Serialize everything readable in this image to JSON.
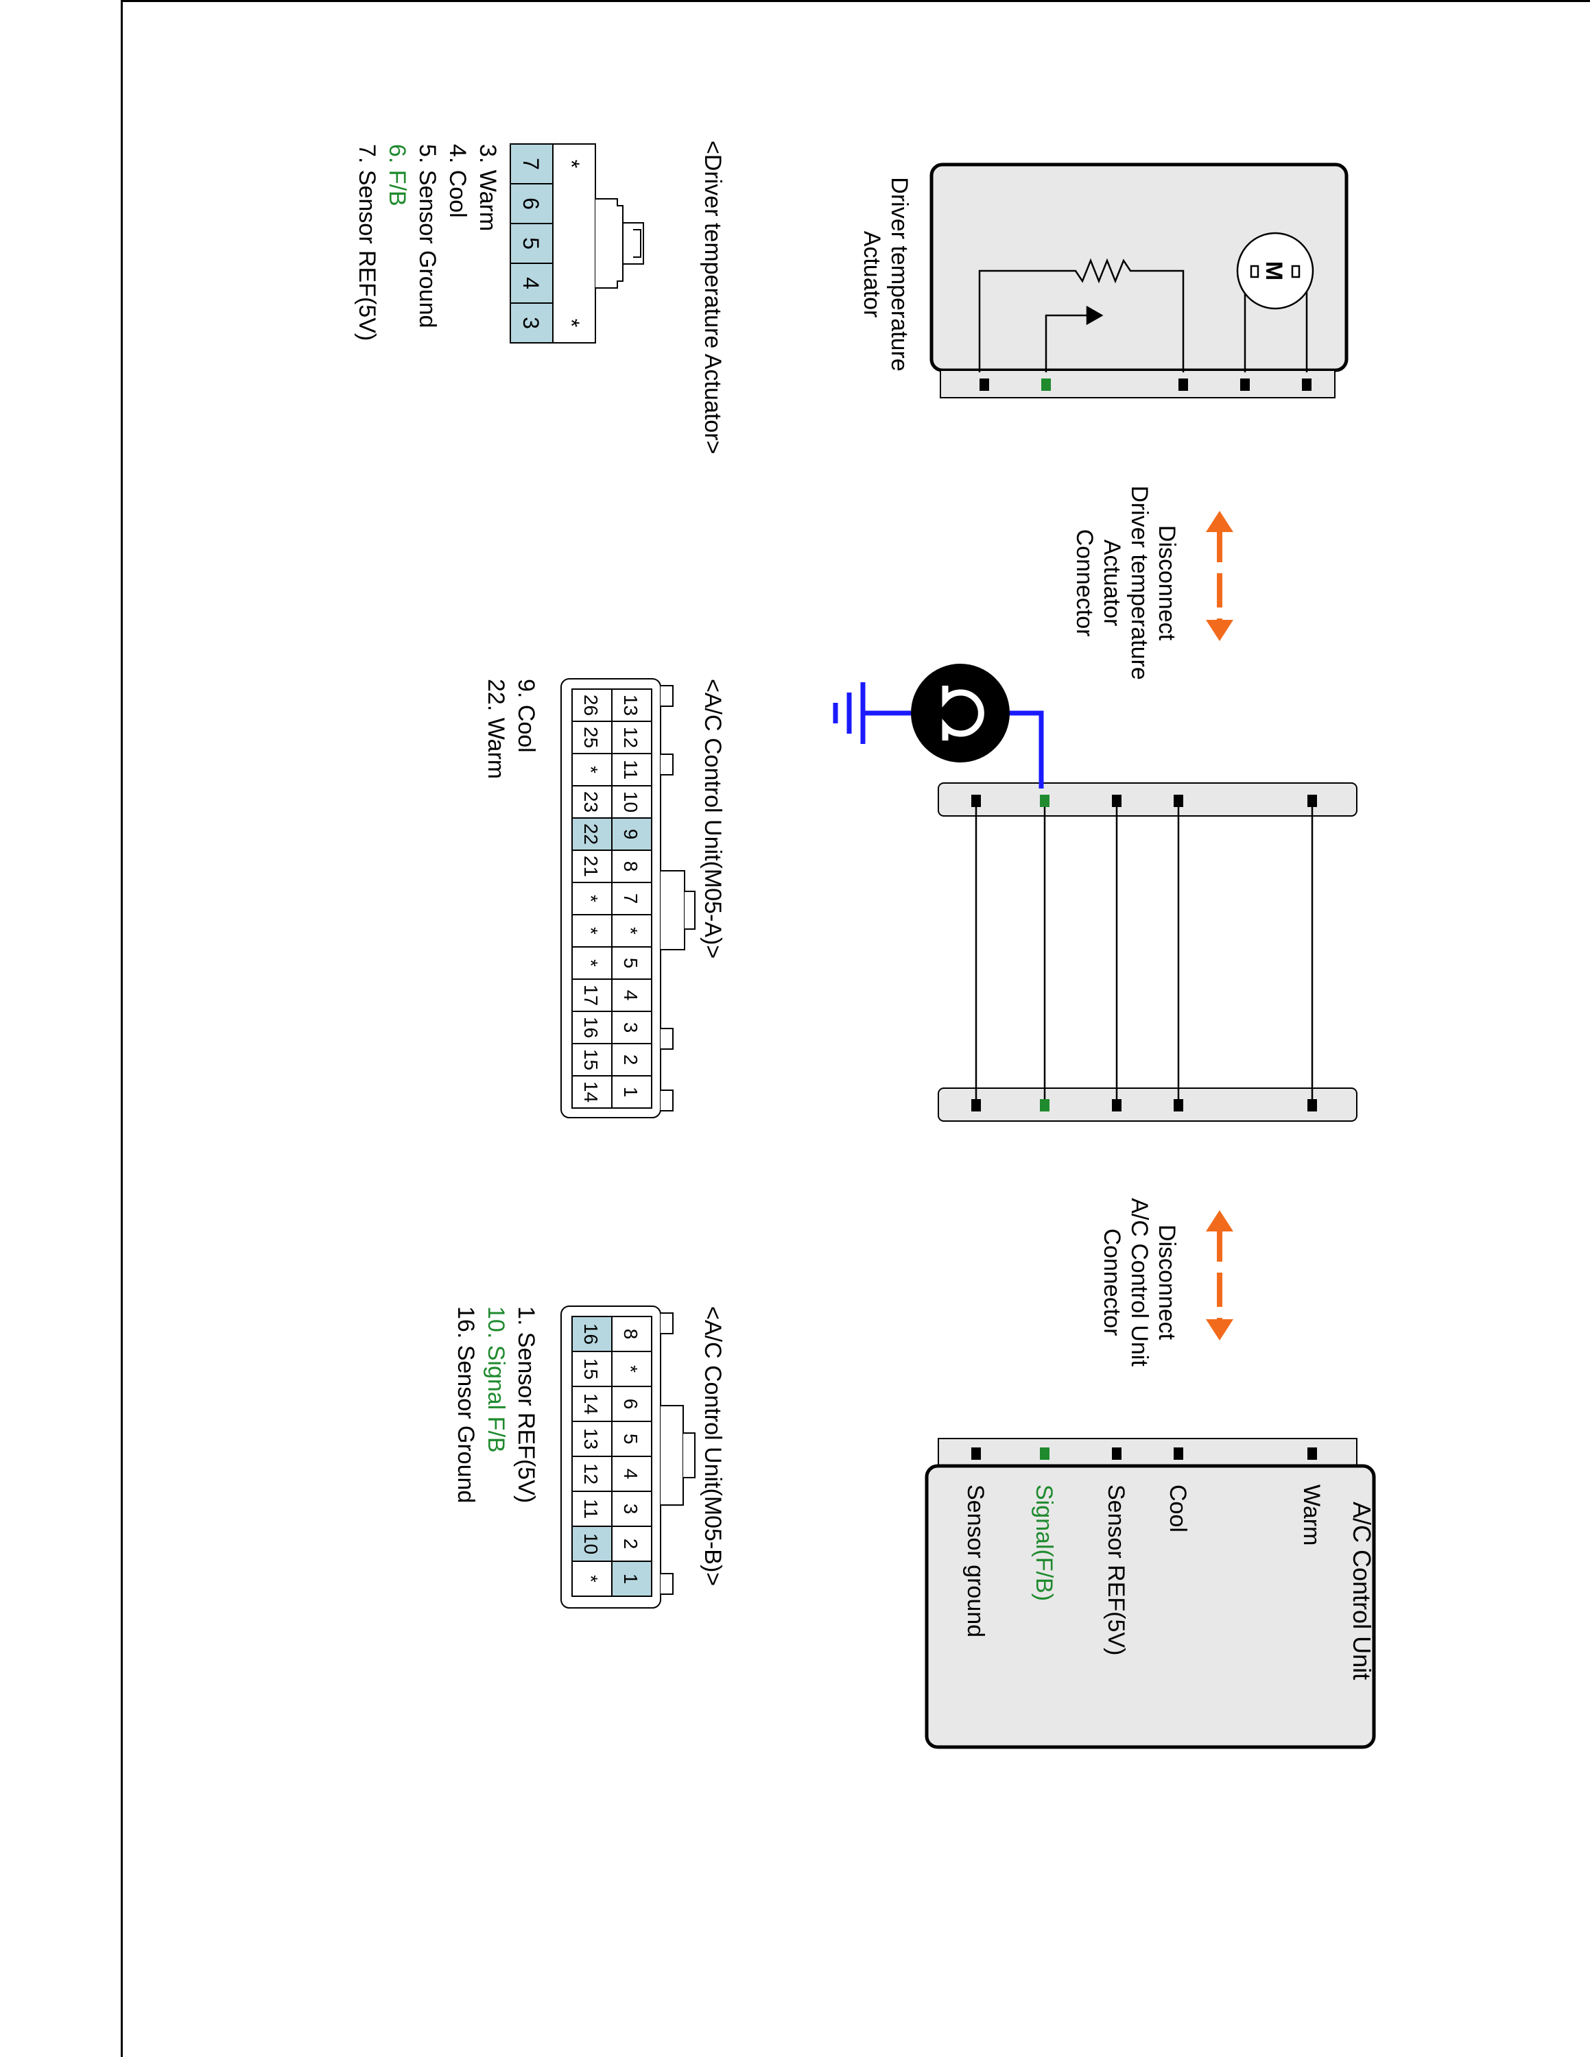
{
  "colors": {
    "wire_black": "#000000",
    "wire_feedback": "#1f8a2e",
    "wire_meter": "#1a1aff",
    "arrow_orange": "#f26b1d",
    "pin_highlight": "#b7d7e0",
    "box_fill": "#e8e8e8"
  },
  "icons": {
    "motor": "motor-symbol",
    "potentiometer": "variable-resistor-symbol",
    "ohmmeter": "ohmmeter-symbol",
    "ground": "ground-symbol"
  },
  "actuator": {
    "title_line1": "Driver temperature",
    "title_line2": "Actuator",
    "motor_label": "M"
  },
  "disconnect1": {
    "line1": "Disconnect",
    "line2": "Driver temperature",
    "line3": "Actuator",
    "line4": "Connector"
  },
  "disconnect2": {
    "line1": "Disconnect",
    "line2": "A/C Control Unit",
    "line3": "Connector"
  },
  "control_unit": {
    "title": "A/C Control Unit",
    "pins": [
      "Warm",
      "Cool",
      "Sensor REF(5V)",
      "Signal(F/B)",
      "Sensor ground"
    ]
  },
  "connector_actuator": {
    "title": "<Driver temperature Actuator>",
    "star": "*",
    "pins": [
      "7",
      "6",
      "5",
      "4",
      "3"
    ],
    "legend": [
      "3. Warm",
      "4. Cool",
      "5. Sensor Ground",
      "6. F/B",
      "7. Sensor REF(5V)"
    ]
  },
  "connector_m05a": {
    "title": "<A/C Control Unit(M05-A)>",
    "star": "*",
    "row_top": [
      "13",
      "12",
      "11",
      "10",
      "9",
      "8",
      "7",
      "*",
      "5",
      "4",
      "3",
      "2",
      "1"
    ],
    "row_bottom": [
      "26",
      "25",
      "*",
      "23",
      "22",
      "21",
      "*",
      "*",
      "*",
      "17",
      "16",
      "15",
      "14"
    ],
    "legend": [
      "9. Cool",
      "22. Warm"
    ]
  },
  "connector_m05b": {
    "title": "<A/C Control Unit(M05-B)>",
    "star": "*",
    "row_top": [
      "8",
      "*",
      "6",
      "5",
      "4",
      "3",
      "2",
      "1"
    ],
    "row_bottom": [
      "16",
      "15",
      "14",
      "13",
      "12",
      "11",
      "10",
      "*"
    ],
    "legend": [
      "1. Sensor REF(5V)",
      "10. Signal F/B",
      "16. Sensor Ground"
    ]
  }
}
